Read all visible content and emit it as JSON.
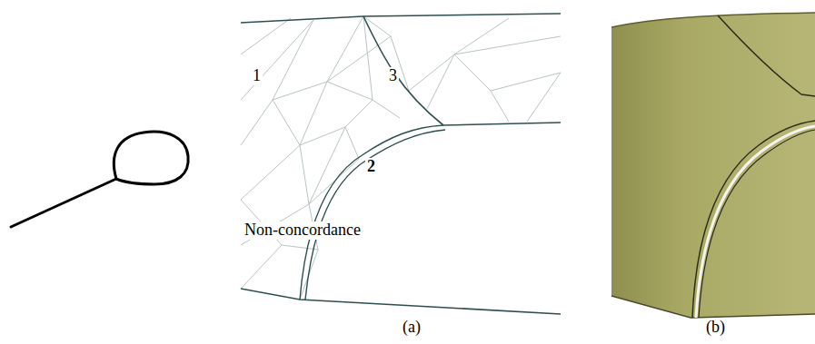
{
  "diagram": {
    "labels": [
      "1",
      "3",
      "2",
      "Non-concordance",
      "(a)",
      "(b)"
    ]
  }
}
